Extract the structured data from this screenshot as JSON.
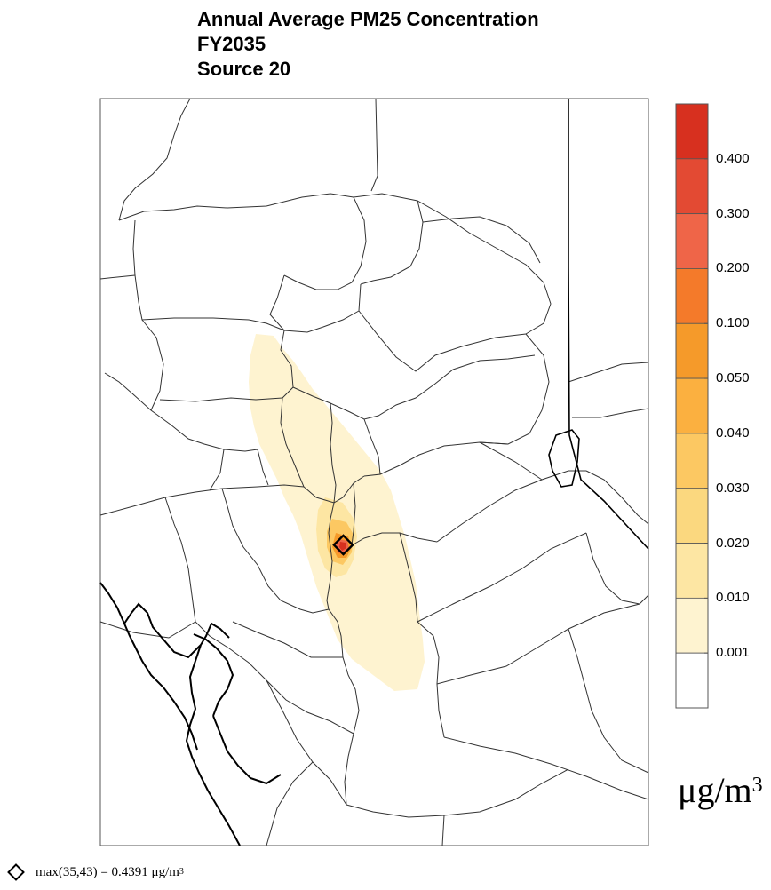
{
  "title": {
    "line1": "Annual Average PM25 Concentration",
    "line2": "FY2035",
    "line3": "Source 20"
  },
  "legend": {
    "levels": [
      "0.400",
      "0.300",
      "0.200",
      "0.100",
      "0.050",
      "0.040",
      "0.030",
      "0.020",
      "0.010",
      "0.001"
    ],
    "colors": [
      "#d7301f",
      "#e34a33",
      "#ef6548",
      "#f47a2a",
      "#f59a2a",
      "#fbb040",
      "#fcc862",
      "#fbd87f",
      "#fde6a3",
      "#fef3d0",
      "#ffffff"
    ],
    "unit_base": "μg/m",
    "unit_exp": "3"
  },
  "footer": {
    "symbol": "diamond-icon",
    "label": "max(35,43) = 0.4391 μg/m",
    "exp": "3"
  },
  "colors": {
    "county_lines": "#333333",
    "state_line": "#000000",
    "coast_line": "#000000"
  }
}
